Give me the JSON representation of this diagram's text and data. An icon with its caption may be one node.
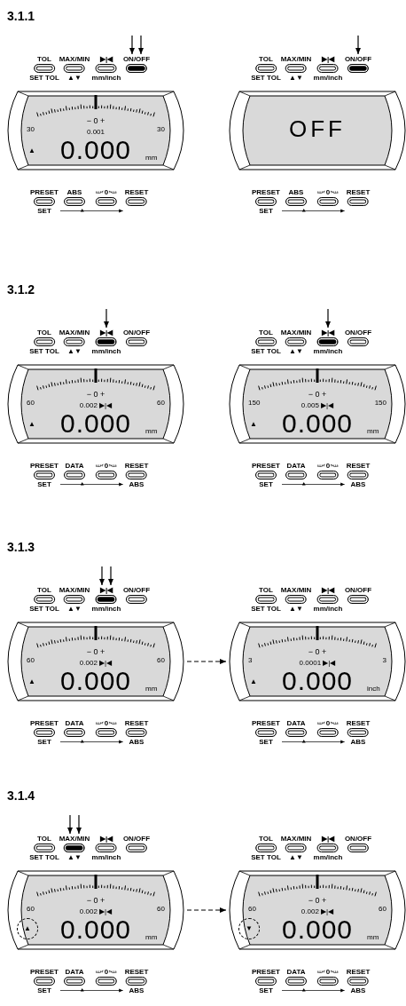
{
  "diagram": {
    "nodes": [
      {
        "text": [
          "TOL",
          "SET TOL"
        ]
      },
      {
        "text": [
          "MAX/MIN",
          "▲▼"
        ]
      },
      {
        "text": [
          "▶|◀",
          "mm/inch"
        ]
      },
      {
        "text": [
          "ON/OFF"
        ]
      },
      {
        "text": [
          "30",
          "− 0 +",
          "30",
          "0.001",
          "▲",
          "0.000",
          "mm"
        ]
      },
      {
        "text": [
          "PRESET",
          "SET"
        ]
      },
      {
        "text": [
          "ABS"
        ]
      },
      {
        "text": [
          "0"
        ]
      },
      {
        "text": [
          "RESET"
        ]
      },
      {
        "text": [
          "TOL",
          "SET TOL"
        ]
      },
      {
        "text": [
          "MAX/MIN",
          "▲▼"
        ]
      },
      {
        "text": [
          "▶|◀",
          "mm/inch"
        ]
      },
      {
        "text": [
          "ON/OFF"
        ]
      },
      {
        "text": [
          "OFF"
        ]
      },
      {
        "text": [
          "PRESET",
          "SET"
        ]
      },
      {
        "text": [
          "ABS"
        ]
      },
      {
        "text": [
          "0"
        ]
      },
      {
        "text": [
          "RESET"
        ]
      },
      {
        "text": [
          "TOL",
          "SET TOL"
        ]
      },
      {
        "text": [
          "MAX/MIN",
          "▲▼"
        ]
      },
      {
        "text": [
          "▶|◀",
          "mm/inch"
        ]
      },
      {
        "text": [
          "ON/OFF"
        ]
      },
      {
        "text": [
          "60",
          "− 0 +",
          "60",
          "0.002 ▶|◀",
          "▲",
          "0.000",
          "mm"
        ]
      },
      {
        "text": [
          "PRESET",
          "SET"
        ]
      },
      {
        "text": [
          "DATA"
        ]
      },
      {
        "text": [
          "0"
        ]
      },
      {
        "text": [
          "RESET",
          "ABS"
        ]
      },
      {
        "text": [
          "TOL",
          "SET TOL"
        ]
      },
      {
        "text": [
          "MAX/MIN",
          "▲▼"
        ]
      },
      {
        "text": [
          "▶|◀",
          "mm/inch"
        ]
      },
      {
        "text": [
          "ON/OFF"
        ]
      },
      {
        "text": [
          "150",
          "− 0 +",
          "150",
          "0.005 ▶|◀",
          "▲",
          "0.000",
          "mm"
        ]
      },
      {
        "text": [
          "PRESET",
          "SET"
        ]
      },
      {
        "text": [
          "DATA"
        ]
      },
      {
        "text": [
          "0"
        ]
      },
      {
        "text": [
          "RESET",
          "ABS"
        ]
      },
      {
        "text": [
          "TOL",
          "SET TOL"
        ]
      },
      {
        "text": [
          "MAX/MIN",
          "▲▼"
        ]
      },
      {
        "text": [
          "▶|◀",
          "mm/inch"
        ]
      },
      {
        "text": [
          "ON/OFF"
        ]
      },
      {
        "text": [
          "60",
          "− 0 +",
          "60",
          "0.002 ▶|◀",
          "▲",
          "0.000",
          "mm"
        ]
      },
      {
        "text": [
          "PRESET",
          "SET"
        ]
      },
      {
        "text": [
          "DATA"
        ]
      },
      {
        "text": [
          "0"
        ]
      },
      {
        "text": [
          "RESET",
          "ABS"
        ]
      },
      {
        "text": [
          "TOL",
          "SET TOL"
        ]
      },
      {
        "text": [
          "MAX/MIN",
          "▲▼"
        ]
      },
      {
        "text": [
          "▶|◀",
          "mm/inch"
        ]
      },
      {
        "text": [
          "ON/OFF"
        ]
      },
      {
        "text": [
          "3",
          "− 0 +",
          "3",
          "0.0001 ▶|◀",
          "▲",
          "0.000",
          "inch"
        ]
      },
      {
        "text": [
          "PRESET",
          "SET"
        ]
      },
      {
        "text": [
          "DATA"
        ]
      },
      {
        "text": [
          "0"
        ]
      },
      {
        "text": [
          "RESET",
          "ABS"
        ]
      },
      {
        "text": [
          "TOL",
          "SET TOL"
        ]
      },
      {
        "text": [
          "MAX/MIN",
          "▲▼"
        ]
      },
      {
        "text": [
          "▶|◀",
          "mm/inch"
        ]
      },
      {
        "text": [
          "ON/OFF"
        ]
      },
      {
        "text": [
          "60",
          "− 0 +",
          "60",
          "0.002 ▶|◀",
          "0.000",
          "mm"
        ]
      },
      {
        "text": [
          "▲"
        ],
        "in": 58
      },
      {
        "text": [
          "PRESET",
          "SET"
        ]
      },
      {
        "text": [
          "DATA"
        ]
      },
      {
        "text": [
          "0"
        ]
      },
      {
        "text": [
          "RESET",
          "ABS"
        ]
      },
      {
        "text": [
          "TOL",
          "SET TOL"
        ]
      },
      {
        "text": [
          "MAX/MIN",
          "▲▼"
        ]
      },
      {
        "text": [
          "▶|◀",
          "mm/inch"
        ]
      },
      {
        "text": [
          "ON/OFF"
        ]
      },
      {
        "text": [
          "60",
          "− 0 +",
          "60",
          "0.002 ▶|◀",
          "0.000",
          "mm"
        ]
      },
      {
        "text": [
          "▼"
        ],
        "in": 68
      },
      {
        "text": [
          "PRESET",
          "SET"
        ]
      },
      {
        "text": [
          "DATA"
        ]
      },
      {
        "text": [
          "0"
        ]
      },
      {
        "text": [
          "RESET",
          "ABS"
        ]
      }
    ],
    "edges": [
      {
        "from": null,
        "to": 3,
        "arrow": "to"
      },
      {
        "from": null,
        "to": 3,
        "arrow": "to"
      },
      {
        "from": null,
        "to": 12,
        "arrow": "to"
      },
      {
        "from": null,
        "to": 20,
        "arrow": "to"
      },
      {
        "from": null,
        "to": 29,
        "arrow": "to"
      },
      {
        "from": null,
        "to": 38,
        "arrow": "to"
      },
      {
        "from": null,
        "to": 38,
        "arrow": "to"
      },
      {
        "from": 40,
        "to": 49,
        "arrow": "to",
        "style": "dashed"
      },
      {
        "from": null,
        "to": 55,
        "arrow": "to"
      },
      {
        "from": null,
        "to": 55,
        "arrow": "to"
      },
      {
        "from": 58,
        "to": 68,
        "arrow": "to",
        "style": "dashed"
      },
      {
        "from": 5,
        "to": 8,
        "arrow": "to"
      },
      {
        "from": 14,
        "to": 17,
        "arrow": "to"
      },
      {
        "from": 23,
        "to": 26,
        "arrow": "to"
      },
      {
        "from": 32,
        "to": 35,
        "arrow": "to"
      },
      {
        "from": 41,
        "to": 44,
        "arrow": "to"
      },
      {
        "from": 50,
        "to": 53,
        "arrow": "to"
      },
      {
        "from": 60,
        "to": 63,
        "arrow": "to"
      },
      {
        "from": 70,
        "to": 73,
        "arrow": "to"
      }
    ],
    "labels": [
      "3.1.1",
      "3.1.2",
      "3.1.3",
      "3.1.4"
    ]
  }
}
